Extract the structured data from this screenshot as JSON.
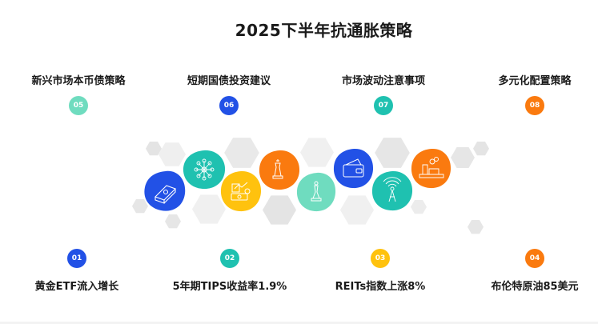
{
  "title": "2025下半年抗通胀策略",
  "colors": {
    "blue": "#2251e6",
    "teal": "#1fc1b0",
    "mint": "#6fdcbf",
    "yellow": "#ffc20e",
    "orange": "#fa7a0f",
    "hex_light": "#efefef",
    "hex_mid": "#e2e2e2"
  },
  "top_items": [
    {
      "number": "05",
      "label": "新兴市场本币债策略",
      "color": "#6fdcbf"
    },
    {
      "number": "06",
      "label": "短期国债投资建议",
      "color": "#2251e6"
    },
    {
      "number": "07",
      "label": "市场波动注意事项",
      "color": "#1fc1b0"
    },
    {
      "number": "08",
      "label": "多元化配置策略",
      "color": "#fa7a0f"
    }
  ],
  "bottom_items": [
    {
      "number": "01",
      "label": "黄金ETF流入增长",
      "color": "#2251e6"
    },
    {
      "number": "02",
      "label": "5年期TIPS收益率1.9%",
      "color": "#1fc1b0"
    },
    {
      "number": "03",
      "label": "REITs指数上涨8%",
      "color": "#ffc20e"
    },
    {
      "number": "04",
      "label": "布伦特原油85美元",
      "color": "#fa7a0f"
    }
  ],
  "icons": [
    {
      "name": "gold-bar-icon",
      "color": "#2251e6"
    },
    {
      "name": "network-icon",
      "color": "#1fc1b0"
    },
    {
      "name": "chart-money-icon",
      "color": "#ffc20e"
    },
    {
      "name": "chess-king-icon",
      "color": "#fa7a0f"
    },
    {
      "name": "chess-pawn-icon",
      "color": "#6fdcbf"
    },
    {
      "name": "wallet-icon",
      "color": "#2251e6"
    },
    {
      "name": "signal-tower-icon",
      "color": "#1fc1b0"
    },
    {
      "name": "factory-icon",
      "color": "#fa7a0f"
    }
  ]
}
